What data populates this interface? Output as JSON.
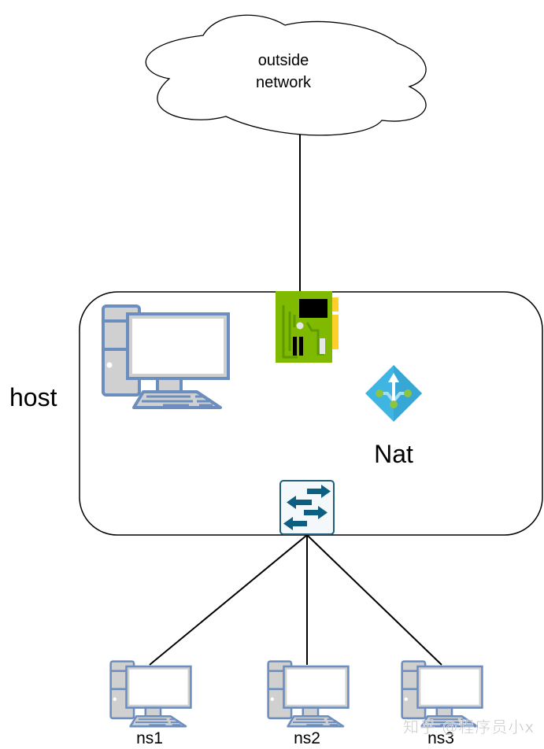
{
  "diagram": {
    "title": "host NAT network topology",
    "nodes": {
      "cloud": {
        "label_line1": "outside",
        "label_line2": "network",
        "icon": "cloud-icon"
      },
      "host": {
        "label": "host",
        "icon": "desktop-computer-icon"
      },
      "nic": {
        "icon": "network-card-icon"
      },
      "nat": {
        "label": "Nat",
        "icon": "nat-gateway-icon"
      },
      "switch": {
        "icon": "network-switch-icon"
      },
      "ns1": {
        "label": "ns1",
        "icon": "desktop-computer-icon"
      },
      "ns2": {
        "label": "ns2",
        "icon": "desktop-computer-icon"
      },
      "ns3": {
        "label": "ns3",
        "icon": "desktop-computer-icon"
      }
    },
    "edges": [
      {
        "from": "cloud",
        "to": "nic"
      },
      {
        "from": "switch",
        "to": "ns1"
      },
      {
        "from": "switch",
        "to": "ns2"
      },
      {
        "from": "switch",
        "to": "ns3"
      }
    ],
    "colors": {
      "computer_outline": "#6c8ebf",
      "computer_fill": "#d0d0d0",
      "nic_green": "#7fba00",
      "nic_gold": "#ffd02a",
      "nat_blue": "#3fb5e3",
      "nat_dot": "#8cc63f",
      "switch_arrow": "#0d5f82"
    }
  },
  "watermark": "知乎 @程序员小x"
}
